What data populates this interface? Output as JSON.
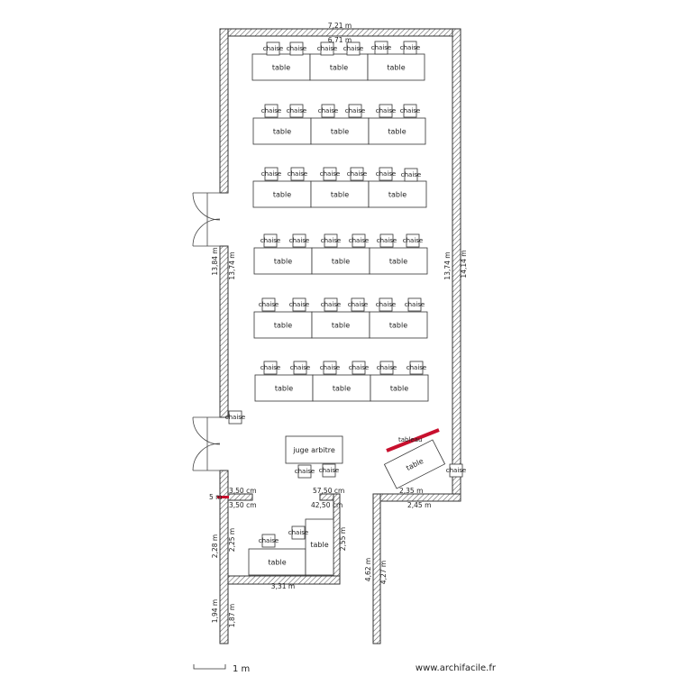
{
  "plan": {
    "dimensions": {
      "top_outer": "7,21 m",
      "top_inner": "6,71 m",
      "left_outer": "13,84 m",
      "left_inner": "13,74 m",
      "right_inner": "13,74 m",
      "right_outer": "14,14 m",
      "stub_left_top": "3,50 cm",
      "stub_left_bottom": "3,50 cm",
      "stub_red": "5 m",
      "stub_right_top": "57,50 cm",
      "stub_right_bottom": "42,50 cm",
      "alcove_right_inner": "2,35 m",
      "alcove_right_outer": "2,45 m",
      "room_left_outer": "2,28 m",
      "room_left_inner": "2,25 m",
      "room_right": "2,55 m",
      "room_bottom": "3,31 m",
      "corridor_right_inner": "4,62 m",
      "corridor_right_outer": "4,27 m",
      "corridor_left_outer": "1,94 m",
      "corridor_left_inner": "1,87 m"
    },
    "labels": {
      "table": "table",
      "chair": "chaise",
      "referee": "juge arbitre",
      "board": "tableau"
    },
    "scale_label": "1 m",
    "watermark": "www.archifacile.fr"
  }
}
